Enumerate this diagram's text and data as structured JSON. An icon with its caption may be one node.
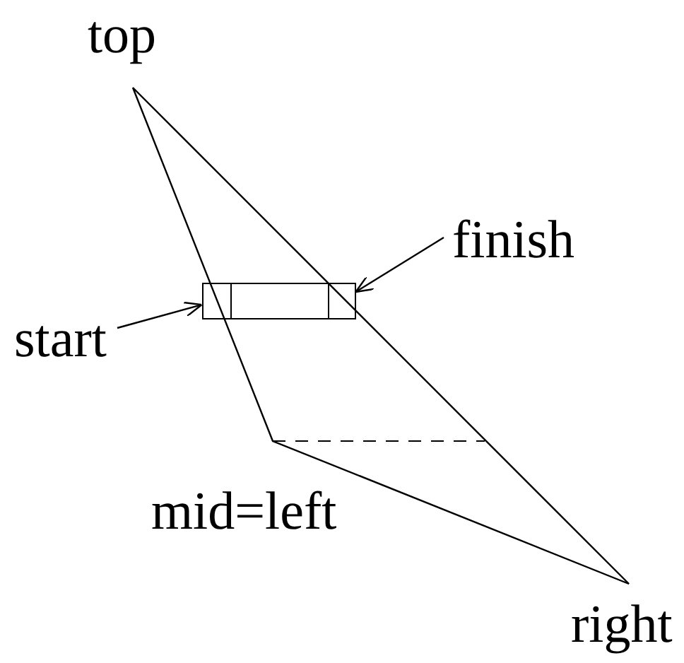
{
  "diagram": {
    "nodes": [
      {
        "text": [
          "start"
        ]
      },
      {
        "text": [
          "finish"
        ]
      },
      {
        "text": [],
        "shape": "box"
      },
      {
        "text": [],
        "shape": "box",
        "in": 2
      },
      {
        "text": [],
        "shape": "box",
        "in": 2
      }
    ],
    "edges": [
      {
        "from": 0,
        "to": 3,
        "arrow": "to"
      },
      {
        "from": 1,
        "to": 4,
        "arrow": "to"
      }
    ],
    "labels": [
      "top",
      "mid=left",
      "right"
    ]
  }
}
